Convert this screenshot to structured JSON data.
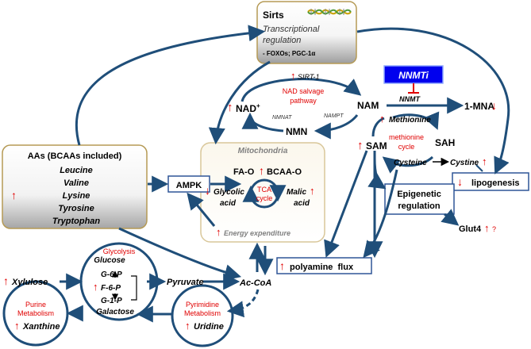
{
  "sirts": {
    "title": "Sirts",
    "subtitle_1": "Transcriptional",
    "subtitle_2": "regulation",
    "detail": "- FOXOs; PGC-1α"
  },
  "nnmti": "NNMTi",
  "sirt1": "SIRT-1",
  "nad_plus": "NAD",
  "nad_salvage": [
    "NAD salvage",
    "pathway"
  ],
  "nmnat": "NMNAT",
  "nampt": "NAMPT",
  "nam": "NAM",
  "nmn": "NMN",
  "nnmt": "NNMT",
  "mna": "1-MNA",
  "methionine": "Methionine",
  "methionine_cycle": [
    "methionine",
    "cycle"
  ],
  "sam": "SAM",
  "sah": "SAH",
  "cysteine": "Cysteine",
  "cystine": "Cystine",
  "lipogenesis": "lipogenesis",
  "mitochondria": {
    "title": "Mitochondria",
    "fa_o": "FA-O",
    "bcaa_o": "BCAA-O",
    "glycolic": [
      "Glycolic",
      "acid"
    ],
    "malic": [
      "Malic",
      "acid"
    ],
    "tca": [
      "TCA",
      "cycle"
    ],
    "energy": "Energy expenditure"
  },
  "aas": {
    "title": "AAs (BCAAs included)",
    "items": [
      "Leucine",
      "Valine",
      "Lysine",
      "Tyrosine",
      "Tryptophan"
    ]
  },
  "ampk": "AMPK",
  "epigenetic": [
    "Epigenetic",
    "regulation"
  ],
  "glut4": "Glut4",
  "question_mark": "?",
  "polyamine": "polyamine  flux",
  "glycolysis": {
    "label": "Glycolysis",
    "glucose": "Glucose",
    "g6p": "G-6-P",
    "f6p": "F-6-P",
    "g1p": "G-1-P",
    "galactose": "Galactose"
  },
  "pyruvate": "Pyruvate",
  "acoa": "Ac-CoA",
  "xylulose": "Xylulose",
  "purine": [
    "Purine",
    "Metabolism"
  ],
  "xanthine": "Xanthine",
  "pyrimidine": [
    "Pyrimidine",
    "Metabolism"
  ],
  "uridine": "Uridine",
  "colors": {
    "arrow_blue": "#1f4e79",
    "red": "#e00000",
    "nnmti_bg": "#0000ee",
    "box_border": "#2f5597"
  }
}
